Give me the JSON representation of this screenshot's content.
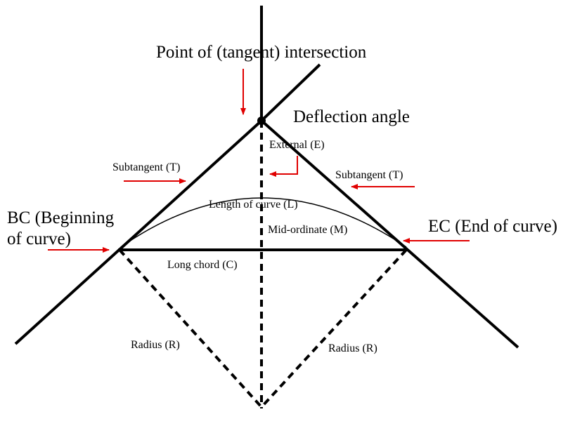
{
  "diagram": {
    "labels": {
      "pi": "Point of (tangent) intersection",
      "deflection": "Deflection angle",
      "external": "External (E)",
      "subtangent_left": "Subtangent (T)",
      "subtangent_right": "Subtangent (T)",
      "length_of_curve": "Length of curve (L)",
      "mid_ordinate": "Mid-ordinate (M)",
      "bc_line1": "BC (Beginning",
      "bc_line2": "of curve)",
      "ec": "EC (End of curve)",
      "long_chord": "Long chord (C)",
      "radius_left": "Radius (R)",
      "radius_right": "Radius (R)"
    },
    "colors": {
      "lines": "#000000",
      "arrows": "#e00000"
    }
  }
}
